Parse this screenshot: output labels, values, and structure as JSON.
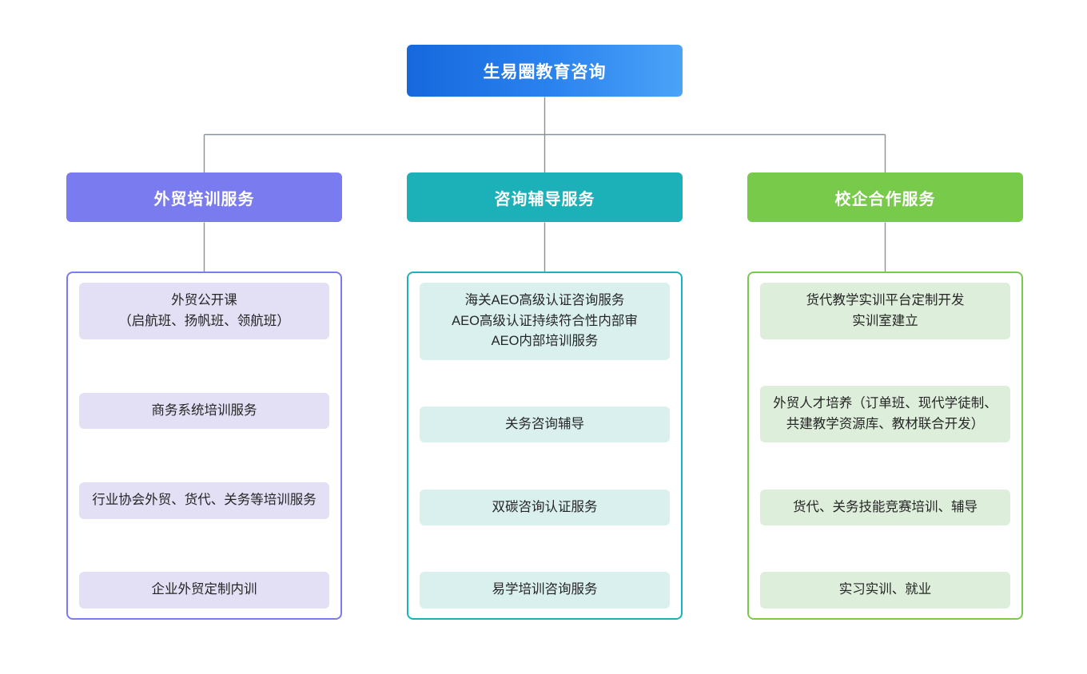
{
  "diagram": {
    "title": "生易圈教育咨询",
    "type": "organization-chart",
    "colors": {
      "root_gradient_start": "#1668dc",
      "root_gradient_end": "#4ba3f7",
      "branch_purple": "#7b7bf0",
      "branch_purple_card": "#e3dff4",
      "branch_teal": "#1cb0b8",
      "branch_teal_card": "#d9f0ef",
      "branch_green": "#78ca4a",
      "branch_green_card": "#ddeedb",
      "connector_line": "#8c9099",
      "background": "#ffffff",
      "text_dark": "#262626",
      "text_light": "#ffffff"
    }
  },
  "root": {
    "label": "生易圈教育咨询"
  },
  "branches": [
    {
      "header": "外贸培训服务",
      "accent": "#7b7bf0",
      "items": [
        "外贸公开课\n（启航班、扬帆班、领航班）",
        "商务系统培训服务",
        "行业协会外贸、货代、关务等培训服务",
        "企业外贸定制内训"
      ]
    },
    {
      "header": "咨询辅导服务",
      "accent": "#1cb0b8",
      "items": [
        "海关AEO高级认证咨询服务\nAEO高级认证持续符合性内部审\nAEO内部培训服务",
        "关务咨询辅导",
        "双碳咨询认证服务",
        "易学培训咨询服务"
      ]
    },
    {
      "header": "校企合作服务",
      "accent": "#78ca4a",
      "items": [
        "货代教学实训平台定制开发\n实训室建立",
        "外贸人才培养（订单班、现代学徒制、共建教学资源库、教材联合开发）",
        "货代、关务技能竞赛培训、辅导",
        "实习实训、就业"
      ]
    }
  ]
}
